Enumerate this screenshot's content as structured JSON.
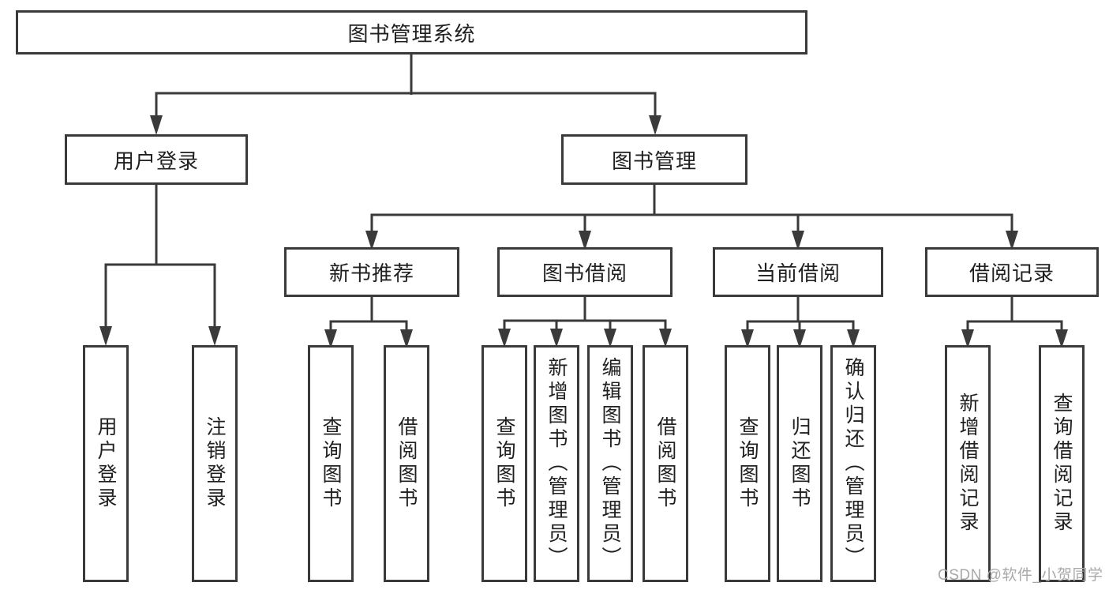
{
  "tree": {
    "root_label": "图书管理系统",
    "branches": [
      {
        "label": "用户登录",
        "children": [
          {
            "label": "用户登录"
          },
          {
            "label": "注销登录"
          }
        ]
      },
      {
        "label": "图书管理",
        "children": [
          {
            "label": "新书推荐",
            "children": [
              {
                "label": "查询图书"
              },
              {
                "label": "借阅图书"
              }
            ]
          },
          {
            "label": "图书借阅",
            "children": [
              {
                "label": "查询图书"
              },
              {
                "label": "新增图书（管理员）"
              },
              {
                "label": "编辑图书（管理员）"
              },
              {
                "label": "借阅图书"
              }
            ]
          },
          {
            "label": "当前借阅",
            "children": [
              {
                "label": "查询图书"
              },
              {
                "label": "归还图书"
              },
              {
                "label": "确认归还（管理员）"
              }
            ]
          },
          {
            "label": "借阅记录",
            "children": [
              {
                "label": "新增借阅记录"
              },
              {
                "label": "查询借阅记录"
              }
            ]
          }
        ]
      }
    ]
  },
  "watermark": {
    "text": "CSDN @软件_小贺同学"
  },
  "colors": {
    "line": "#3a3a3a",
    "text": "#202020",
    "watermark": "#a9a9a9",
    "background": "#ffffff"
  }
}
